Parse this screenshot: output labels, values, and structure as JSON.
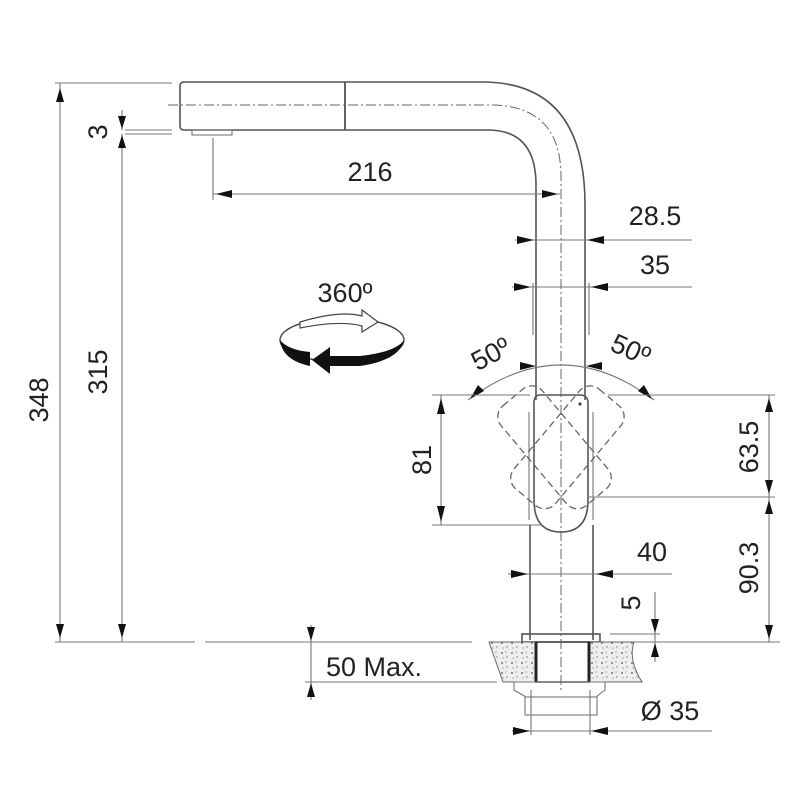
{
  "drawing": {
    "title": "Kitchen faucet technical dimension drawing",
    "units": "mm",
    "colors": {
      "line": "#555555",
      "text": "#222222",
      "background": "#ffffff",
      "countertop_fill": "#e6e6e6"
    },
    "dimensions": {
      "total_height": "348",
      "spout_outlet_height": "315",
      "aerator_offset": "3",
      "spout_reach": "216",
      "spout_tube_diameter": "28.5",
      "upper_body_diameter": "35",
      "rotation": "360º",
      "lever_angle_left": "50º",
      "lever_angle_right": "50º",
      "lever_height": "81",
      "lever_top_to_pivot": "63.5",
      "pivot_to_deck": "90.3",
      "base_diameter": "40",
      "base_flange_height": "5",
      "max_deck_thickness": "50 Max.",
      "mounting_hole_diameter": "Ø 35"
    },
    "icons": {
      "rotation": "rotation-360-icon"
    }
  }
}
